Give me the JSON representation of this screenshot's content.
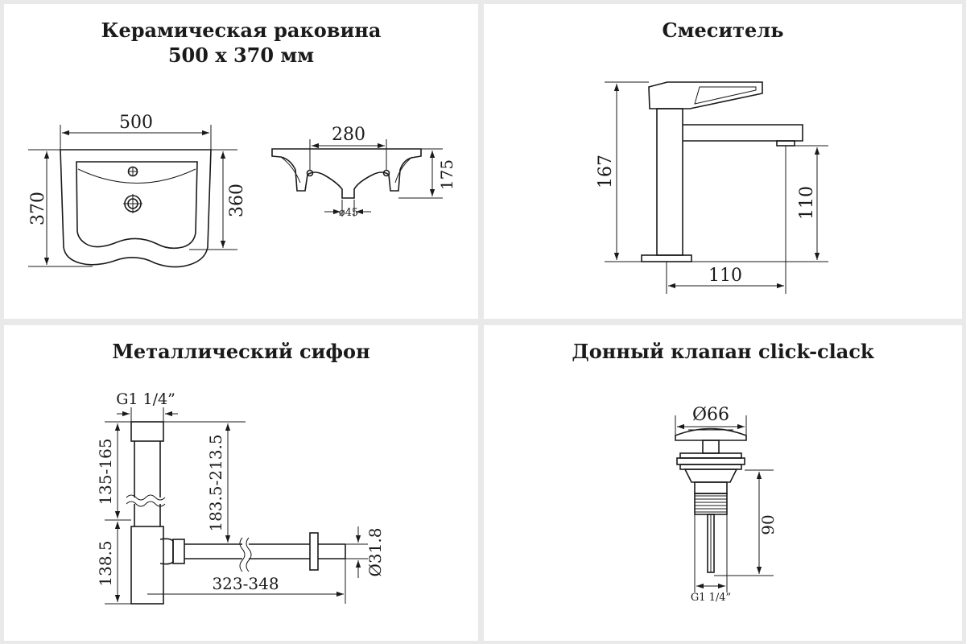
{
  "panels": {
    "sink": {
      "title_line1": "Керамическая раковина",
      "title_line2": "500 х 370 мм",
      "dims": {
        "width": "500",
        "depth": "370",
        "inner_depth": "360",
        "bowl_width": "280",
        "height": "175",
        "drain": "ø45"
      }
    },
    "faucet": {
      "title": "Смеситель",
      "dims": {
        "height": "167",
        "spout_height": "110",
        "reach": "110"
      }
    },
    "siphon": {
      "title": "Металлический сифон",
      "dims": {
        "thread": "G1 1/4”",
        "upper": "135-165",
        "lower": "138.5",
        "mid": "183.5-213.5",
        "length": "323-348",
        "outlet": "Ø31.8"
      }
    },
    "valve": {
      "title": "Донный клапан click-clack",
      "dims": {
        "cap": "Ø66",
        "height": "90",
        "thread": "G1 1/4”"
      }
    }
  }
}
